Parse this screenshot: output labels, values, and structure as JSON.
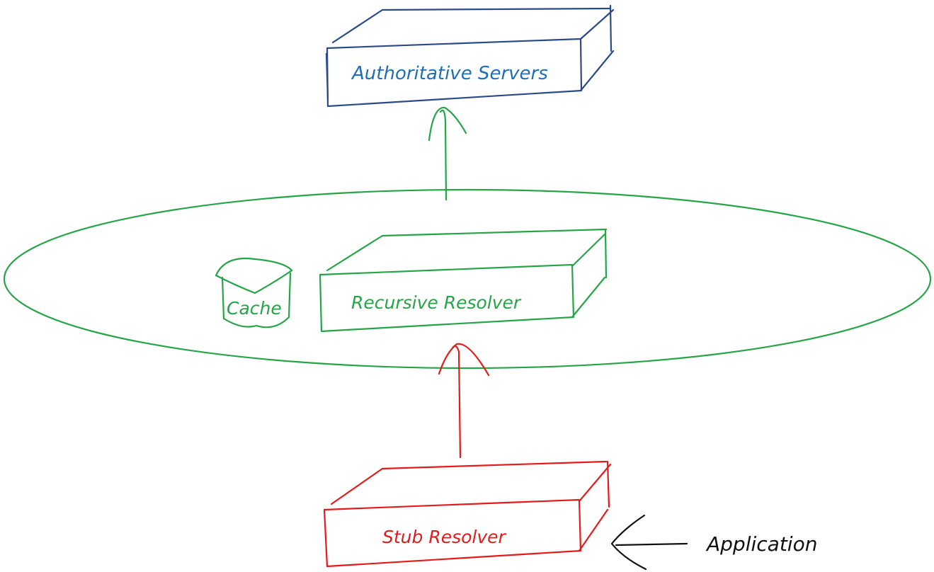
{
  "nodes": {
    "authoritative": {
      "label": "Authoritative Servers",
      "color": "#2c4a8a",
      "text_color": "#1f6fb8"
    },
    "recursive": {
      "label": "Recursive Resolver",
      "color": "#25a547"
    },
    "cache": {
      "label": "Cache",
      "color": "#25a547"
    },
    "stub": {
      "label": "Stub Resolver",
      "color": "#e51b1b"
    },
    "application": {
      "label": "Application",
      "color": "#111111"
    }
  },
  "edges": [
    {
      "from": "stub",
      "to": "recursive",
      "color": "#e51b1b"
    },
    {
      "from": "recursive",
      "to": "authoritative",
      "color": "#25a547"
    },
    {
      "from": "application",
      "to": "stub",
      "color": "#111111"
    }
  ]
}
